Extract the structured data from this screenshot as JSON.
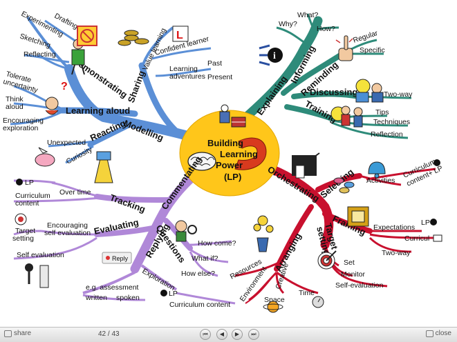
{
  "map": {
    "center": [
      "Building",
      "Learning",
      "Power",
      "(LP)"
    ],
    "modelling": {
      "main": "Modelling",
      "demonstrating": "Demonstrating",
      "drafting": "Drafting",
      "experimenting": "Experimenting",
      "sketching": "Sketching",
      "reflecting": "Reflecting",
      "sharing": "Sharing",
      "value_learning": "Value learning",
      "confident_learner": "Confident learner",
      "learning_adventures_1": "Learning",
      "learning_adventures_2": "adventures",
      "past": "Past",
      "present": "Present",
      "tolerate_1": "Tolerate",
      "tolerate_2": "uncertainty",
      "learning_aloud": "Learning aloud",
      "think_aloud_1": "Think",
      "think_aloud_2": "aloud",
      "encouraging_exploration_1": "Encouraging",
      "encouraging_exploration_2": "exploration",
      "reacting": "Reacting",
      "unexpected": "Unexpected",
      "curiosity": "Curiosity"
    },
    "explaining": {
      "main": "Explaining",
      "informing": "Informing",
      "reminding": "Reminding",
      "why": "Why?",
      "what": "What?",
      "how": "How?",
      "regular": "Regular",
      "specific": "Specific",
      "discussing": "Discussing",
      "two_way": "Two-way",
      "training": "Training",
      "tips": "Tips",
      "techniques": "Techniques",
      "reflection": "Reflection",
      "info_glyph": "i"
    },
    "orchestrating": {
      "main": "Orchestrating",
      "selecting": "Selecting",
      "activities": "Activities",
      "curriculum_lp_1": "Curriculum",
      "curriculum_lp_2": "content+ LP",
      "framing": "Framing",
      "expectations": "Expectations",
      "lp": "LP",
      "curriculum": "Curricul",
      "two_way": "Two-way",
      "target_setting": "Target",
      "setting": "setting",
      "set": "Set",
      "monitor": "Monitor",
      "self_evaluation": "Self-evaluation",
      "arranging": "Arranging",
      "resources": "Resources",
      "environment": "Environment",
      "creative": "Creative",
      "space": "Space",
      "time": "Time"
    },
    "commentating": {
      "main": "Commentating",
      "replying": "Replying",
      "tracking": "Tracking",
      "lp": "LP",
      "over_time": "Over time",
      "curriculum_content_1": "Curriculum",
      "curriculum_content_2": "content",
      "evaluating": "Evaluating",
      "target_setting_1": "Target",
      "target_setting_2": "setting",
      "encouraging_self_1": "Encouraging",
      "encouraging_self_2": "self evaluation",
      "self_evaluation": "Self evaluation",
      "questions": "Questions",
      "how_come": "How come?",
      "what_if": "What if?",
      "how_else": "How else?",
      "exploration": "Exploration",
      "lp2": "LP",
      "curriculum_content": "Curriculum content",
      "eg_assessment": "e.g. assessment",
      "written": "written",
      "spoken": "spoken",
      "reply_button": "Reply"
    },
    "badge_l": "L"
  },
  "toolbar": {
    "share": "share",
    "page": "42 / 43",
    "close": "close"
  },
  "colors": {
    "blue": "#5b8fd6",
    "teal": "#2e8b7a",
    "red": "#c8102e",
    "purple": "#b088d8",
    "center": "#ffc61a"
  }
}
